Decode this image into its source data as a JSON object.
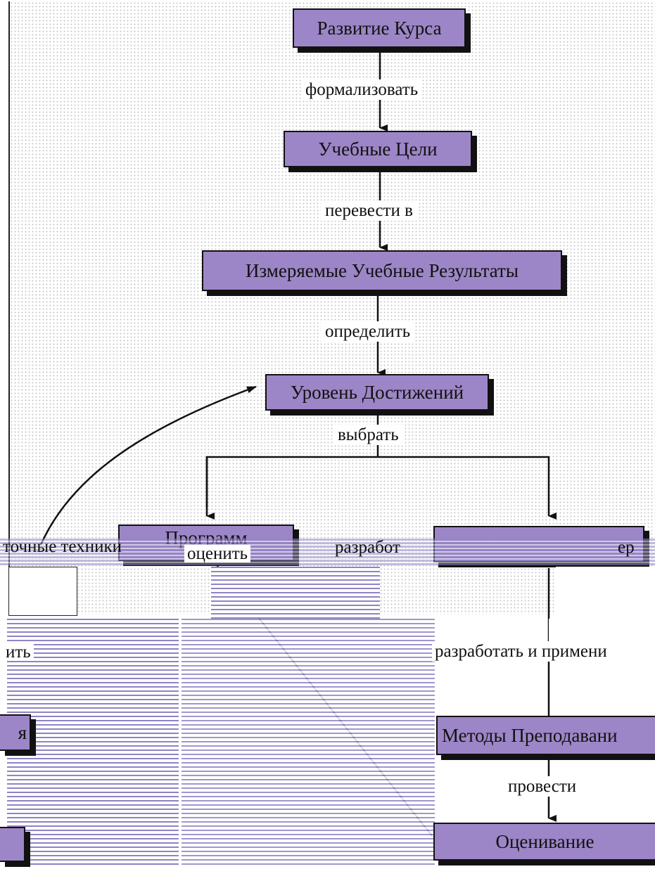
{
  "diagram": {
    "nodes": {
      "course_development": "Развитие Курса",
      "learning_goals": "Учебные Цели",
      "measurable_outcomes": "Измеряемые Учебные Результаты",
      "achievement_level": "Уровень Достижений",
      "programs_fragment": "Программ",
      "teaching_methods": "Методы Преподавани",
      "assessment": "Оценивание"
    },
    "edges": {
      "formalize": "формализовать",
      "translate_into": "перевести в",
      "determine": "определить",
      "choose": "выбрать",
      "evaluate": "оценить",
      "develop_and_apply": "разработать и примени",
      "conduct": "провести"
    },
    "fragments": {
      "techniques": "точные техники",
      "develop_short": "разработ",
      "left_cut": "ить",
      "left_cut_2": "я",
      "right_cut": "ер"
    }
  }
}
